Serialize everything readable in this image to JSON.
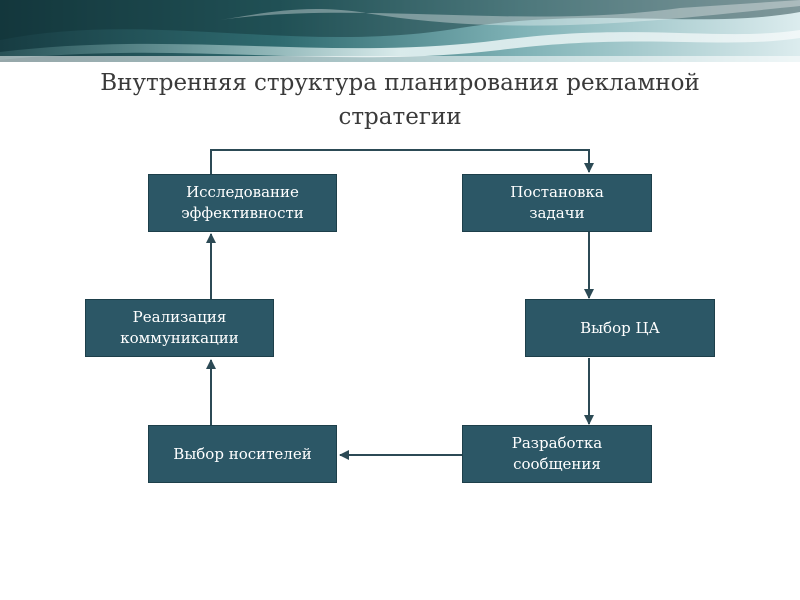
{
  "slide": {
    "title": "Внутренняя структура планирования рекламной стратегии"
  },
  "nodes": {
    "research": "Исследование\nэффективности",
    "task": "Постановка\nзадачи",
    "implementation": "Реализация\nкоммуникации",
    "audience": "Выбор ЦА",
    "media": "Выбор носителей",
    "message": "Разработка\nсообщения"
  },
  "colors": {
    "box_fill": "#2c5766",
    "connector": "#2c4a55",
    "banner_dark": "#1f4c54",
    "banner_light": "#cfe3e6"
  }
}
